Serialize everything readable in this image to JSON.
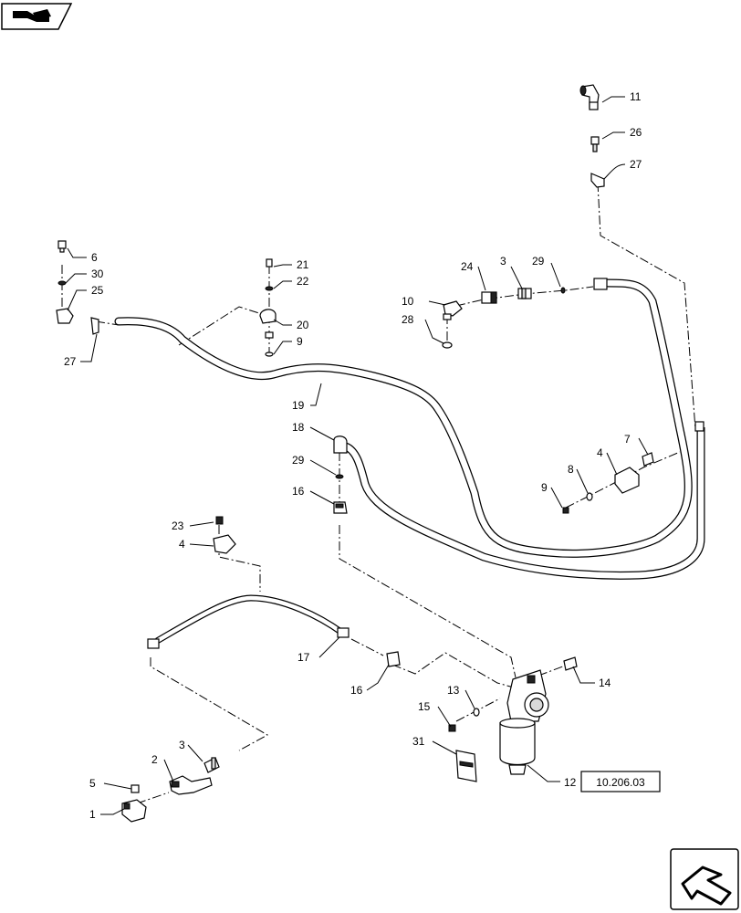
{
  "reference_box": "10.206.03",
  "labels": {
    "l1": "1",
    "l2": "2",
    "l3a": "3",
    "l3b": "3",
    "l4a": "4",
    "l4b": "4",
    "l5": "5",
    "l6": "6",
    "l7": "7",
    "l8": "8",
    "l9a": "9",
    "l9b": "9",
    "l10": "10",
    "l11": "11",
    "l12": "12",
    "l13": "13",
    "l14": "14",
    "l15": "15",
    "l16a": "16",
    "l16b": "16",
    "l17": "17",
    "l18": "18",
    "l19": "19",
    "l20": "20",
    "l21": "21",
    "l22": "22",
    "l23": "23",
    "l24": "24",
    "l25": "25",
    "l26": "26",
    "l27a": "27",
    "l27b": "27",
    "l28": "28",
    "l29a": "29",
    "l29b": "29",
    "l30": "30",
    "l31": "31"
  },
  "icons": {
    "top_left": "page-navigation-arrow-icon",
    "bottom_right": "page-navigation-arrow-icon"
  }
}
